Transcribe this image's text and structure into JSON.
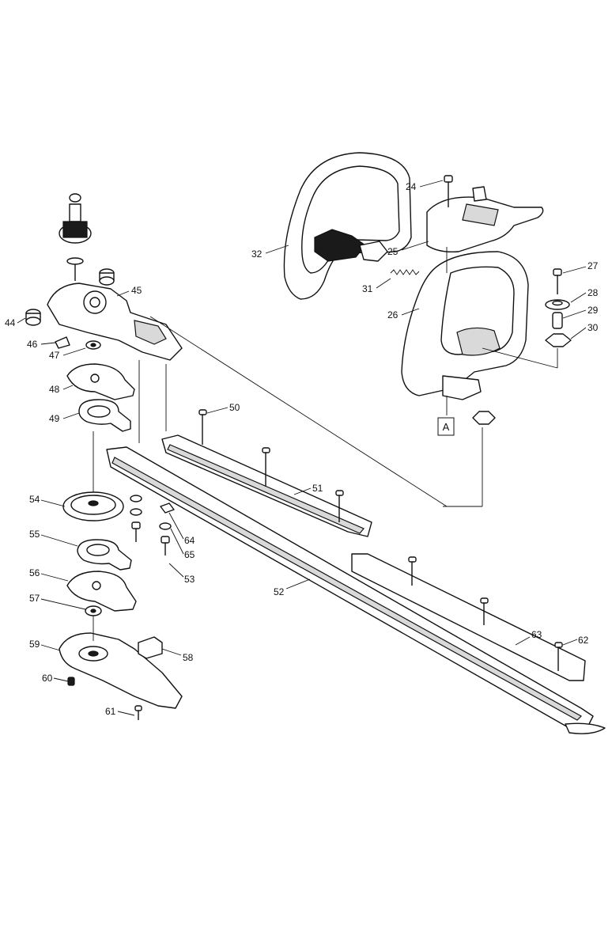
{
  "callouts": [
    {
      "id": "24",
      "label": "24"
    },
    {
      "id": "25",
      "label": "25"
    },
    {
      "id": "26",
      "label": "26"
    },
    {
      "id": "27",
      "label": "27"
    },
    {
      "id": "28",
      "label": "28"
    },
    {
      "id": "29",
      "label": "29"
    },
    {
      "id": "30",
      "label": "30"
    },
    {
      "id": "31",
      "label": "31"
    },
    {
      "id": "32",
      "label": "32"
    },
    {
      "id": "44",
      "label": "44"
    },
    {
      "id": "45",
      "label": "45"
    },
    {
      "id": "46",
      "label": "46"
    },
    {
      "id": "47",
      "label": "47"
    },
    {
      "id": "48",
      "label": "48"
    },
    {
      "id": "49",
      "label": "49"
    },
    {
      "id": "50",
      "label": "50"
    },
    {
      "id": "51",
      "label": "51"
    },
    {
      "id": "52",
      "label": "52"
    },
    {
      "id": "53",
      "label": "53"
    },
    {
      "id": "54",
      "label": "54"
    },
    {
      "id": "55",
      "label": "55"
    },
    {
      "id": "56",
      "label": "56"
    },
    {
      "id": "57",
      "label": "57"
    },
    {
      "id": "58",
      "label": "58"
    },
    {
      "id": "59",
      "label": "59"
    },
    {
      "id": "60",
      "label": "60"
    },
    {
      "id": "61",
      "label": "61"
    },
    {
      "id": "62",
      "label": "62"
    },
    {
      "id": "63",
      "label": "63"
    },
    {
      "id": "64",
      "label": "64"
    },
    {
      "id": "65",
      "label": "65"
    }
  ],
  "reference_marker": "A"
}
